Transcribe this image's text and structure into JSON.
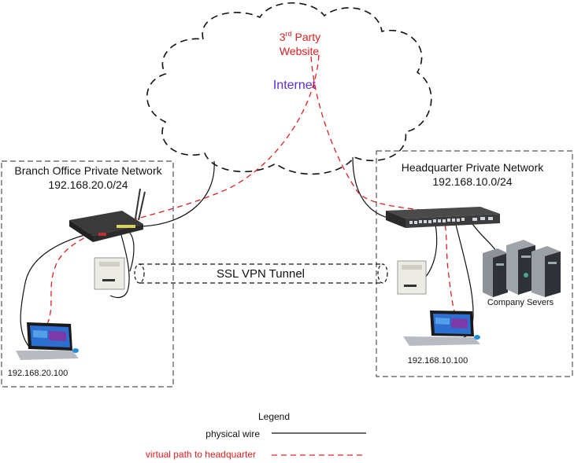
{
  "internet": {
    "label": "Internet",
    "label_color": "#5b2fd6",
    "website_line1_base": "3",
    "website_line1_sup": "rd",
    "website_line1_rest": " Party",
    "website_line2": "Website",
    "website_color": "#e02020"
  },
  "branch": {
    "title": "Branch Office Private Network",
    "subnet": "192.168.20.0/24",
    "laptop_ip": "192.168.20.100"
  },
  "hq": {
    "title": "Headquarter Private Network",
    "subnet": "192.168.10.0/24",
    "laptop_ip": "192.168.10.100",
    "servers_label": "Company Severs"
  },
  "tunnel": {
    "label": "SSL VPN Tunnel"
  },
  "legend": {
    "title": "Legend",
    "physical": "physical wire",
    "virtual": "virtual path to headquarter",
    "virtual_color": "#e02020"
  },
  "colors": {
    "wire": "#111111",
    "virtual_path": "#e02020",
    "frame": "#555555"
  },
  "icons": [
    "cloud-icon",
    "router-icon",
    "switch-icon",
    "laptop-icon",
    "ap-icon",
    "server-icon"
  ]
}
